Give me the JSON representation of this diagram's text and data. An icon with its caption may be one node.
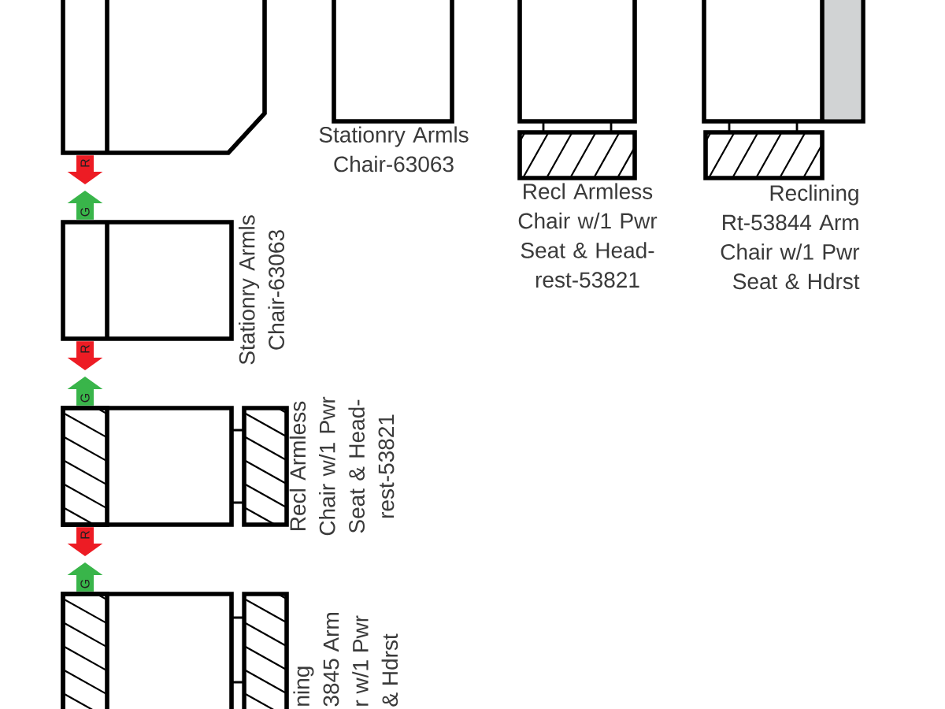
{
  "diagram": {
    "nodes": [
      {
        "text": [],
        "shape": "box"
      },
      {
        "text": [
          "Stationry Armls Chair-63063"
        ]
      },
      {
        "text": [
          "Recl Armless Chair w/1 Pwr Seat & Head- rest-53821"
        ]
      },
      {
        "text": [
          "Reclining Rt-53844 Arm Chair w/1 Pwr Seat & Hdrst"
        ]
      },
      {
        "text": [
          "Stationry Armls Chair-63063"
        ]
      },
      {
        "text": [
          "Recl Armless Chair w/1 Pwr Seat & Head- rest-53821"
        ]
      },
      {
        "text": [
          "ning 3845 Arm r w/1 Pwr & Hdrst"
        ]
      }
    ],
    "edges": [
      {
        "from": 0,
        "to": null,
        "arrow": "to",
        "label": "R",
        "color": "#ed1c24"
      },
      {
        "from": 4,
        "to": null,
        "arrow": "to",
        "label": "G",
        "color": "#39b54a"
      },
      {
        "from": 4,
        "to": null,
        "arrow": "to",
        "label": "R",
        "color": "#ed1c24"
      },
      {
        "from": 5,
        "to": null,
        "arrow": "to",
        "label": "G",
        "color": "#39b54a"
      },
      {
        "from": 5,
        "to": null,
        "arrow": "to",
        "label": "R",
        "color": "#ed1c24"
      },
      {
        "from": 6,
        "to": null,
        "arrow": "to",
        "label": "G",
        "color": "#39b54a"
      }
    ]
  }
}
